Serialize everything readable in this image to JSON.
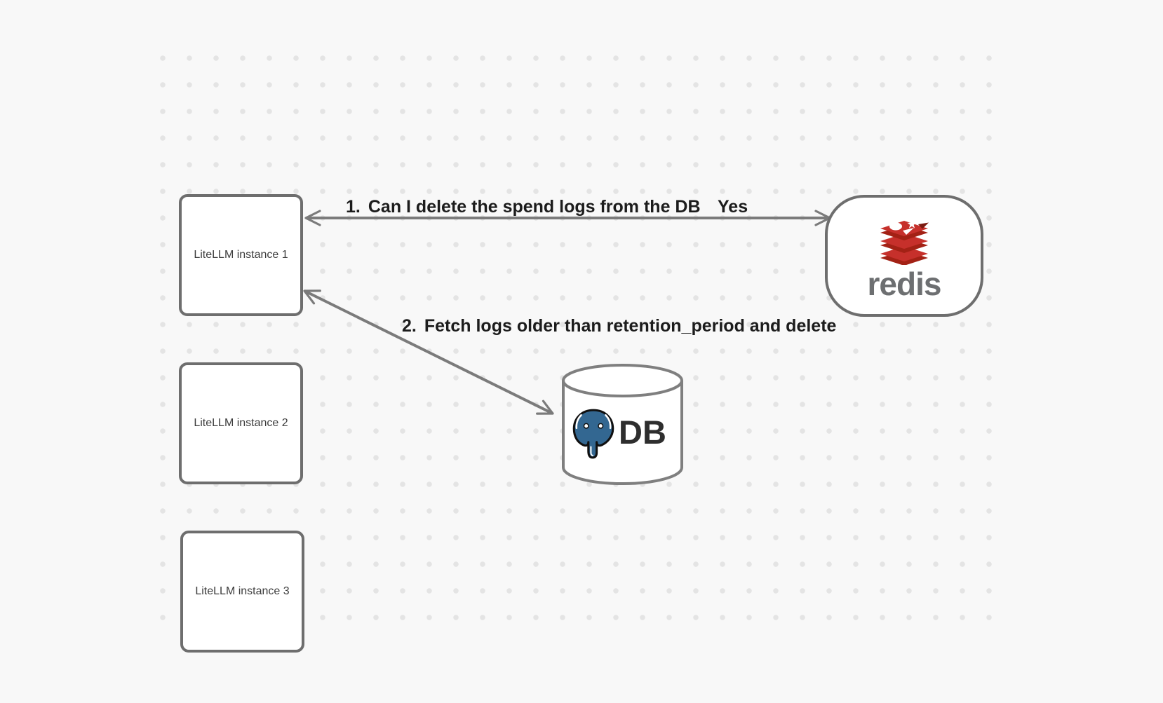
{
  "diagram": {
    "nodes": {
      "instance1": {
        "label": "LiteLLM instance 1"
      },
      "instance2": {
        "label": "LiteLLM instance 2"
      },
      "instance3": {
        "label": "LiteLLM instance 3"
      },
      "redis": {
        "wordmark": "redis",
        "icon": "redis-logo-icon"
      },
      "db": {
        "label": "DB",
        "icon": "postgresql-elephant-icon"
      }
    },
    "edges": [
      {
        "order": "1.",
        "label": "Can I delete the spend logs from the DB",
        "response": "Yes",
        "from": "LiteLLM instance 1",
        "to": "redis",
        "style": "bidirectional-arrow"
      },
      {
        "order": "2.",
        "label": "Fetch logs older than retention_period and delete",
        "from": "LiteLLM instance 1",
        "to": "DB",
        "style": "bidirectional-arrow"
      }
    ],
    "colors": {
      "background": "#f8f8f8",
      "dot_grid": "#e4e4e4",
      "node_border": "#6e6e6e",
      "node_fill": "#ffffff",
      "arrow": "#7b7b7b",
      "edge_label_text": "#1c1c1c",
      "node_label_text": "#3c3c3c",
      "redis_red": "#c6302b",
      "redis_dark_red": "#a32115",
      "redis_wordmark": "#6d6f71",
      "postgres_blue": "#336791",
      "db_text": "#2e2e2e"
    }
  }
}
